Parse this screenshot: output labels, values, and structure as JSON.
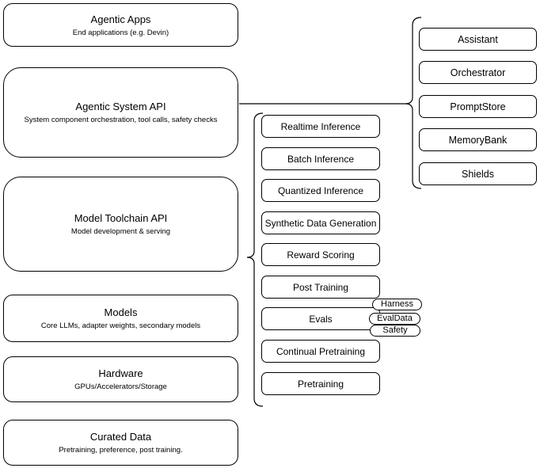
{
  "diagram": {
    "stack": [
      {
        "title": "Agentic Apps",
        "subtitle": "End applications (e.g. Devin)"
      },
      {
        "title": "Agentic System API",
        "subtitle": "System component orchestration, tool calls, safety checks"
      },
      {
        "title": "Model Toolchain API",
        "subtitle": "Model development & serving"
      },
      {
        "title": "Models",
        "subtitle": "Core LLMs, adapter weights, secondary models"
      },
      {
        "title": "Hardware",
        "subtitle": "GPUs/Accelerators/Storage"
      },
      {
        "title": "Curated Data",
        "subtitle": "Pretraining, preference, post training."
      }
    ],
    "toolchain_api_items": [
      "Realtime Inference",
      "Batch Inference",
      "Quantized Inference",
      "Synthetic Data Generation",
      "Reward Scoring",
      "Post Training",
      "Evals",
      "Continual Pretraining",
      "Pretraining"
    ],
    "agentic_api_items": [
      "Assistant",
      "Orchestrator",
      "PromptStore",
      "MemoryBank",
      "Shields"
    ],
    "eval_tags": [
      "Harness",
      "EvalData",
      "Safety"
    ],
    "colors": {
      "stroke": "#000000",
      "fill": "#ffffff",
      "text": "#000000",
      "background": "#ffffff"
    }
  }
}
